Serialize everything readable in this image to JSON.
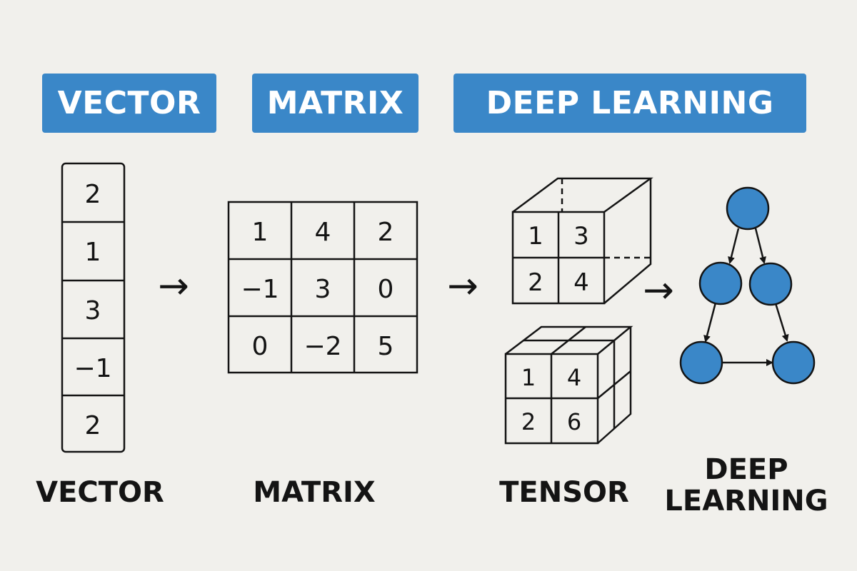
{
  "banners": {
    "vector": "VECTOR",
    "matrix": "MATRIX",
    "deep_learning": "DEEP LEARNING"
  },
  "captions": {
    "vector": "VECTOR",
    "matrix": "MATRIX",
    "tensor": "TENSOR",
    "deep_learning_line1": "DEEP",
    "deep_learning_line2": "LEARNING"
  },
  "vector_values": [
    "2",
    "1",
    "3",
    "−1",
    "2"
  ],
  "matrix_values": [
    [
      "1",
      "4",
      "2"
    ],
    [
      "−1",
      "3",
      "0"
    ],
    [
      "0",
      "−2",
      "5"
    ]
  ],
  "tensor_top_values": [
    [
      "1",
      "3"
    ],
    [
      "2",
      "4"
    ]
  ],
  "tensor_bottom_values": [
    [
      "1",
      "4"
    ],
    [
      "2",
      "6"
    ]
  ],
  "arrow_glyph": "→",
  "colors": {
    "banner_blue": "#3a87c8",
    "node_blue": "#3a87c8",
    "ink": "#141414",
    "background": "#f1f0ec"
  }
}
